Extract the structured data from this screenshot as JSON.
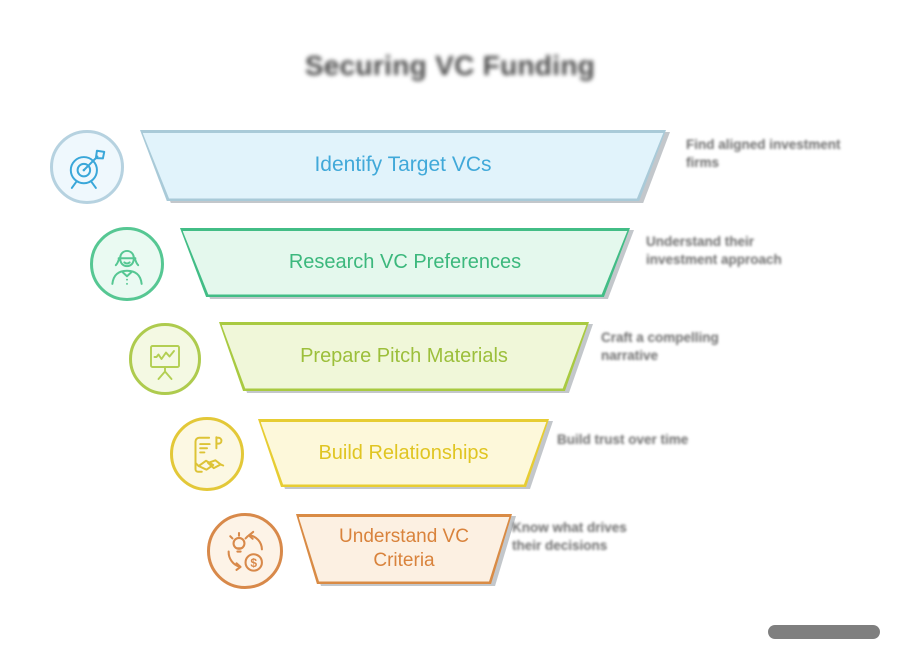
{
  "title": "Securing VC Funding",
  "icons": {
    "dollar": "$"
  },
  "funnel": {
    "stages": [
      {
        "label": "Identify Target VCs",
        "annotation_line1": "Find aligned investment",
        "annotation_line2": "firms",
        "icon": "target-arrow-icon",
        "text_color": "#41a9d9",
        "fill_color": "#e1f3fb",
        "border_color": "#a9cad8"
      },
      {
        "label": "Research VC Preferences",
        "annotation_line1": "Understand their",
        "annotation_line2": "investment approach",
        "icon": "researcher-person-icon",
        "text_color": "#3cb87d",
        "fill_color": "#e4f8ed",
        "border_color": "#42bd86"
      },
      {
        "label": "Prepare Pitch Materials",
        "annotation_line1": "Craft a compelling",
        "annotation_line2": "narrative",
        "icon": "presentation-chart-icon",
        "text_color": "#9cbf3b",
        "fill_color": "#f0f7d9",
        "border_color": "#a9ca41"
      },
      {
        "label": "Build Relationships",
        "annotation_line1": "Build trust over time",
        "annotation_line2": "",
        "icon": "document-handshake-icon",
        "text_color": "#e0c522",
        "fill_color": "#fdf8da",
        "border_color": "#e7cd33"
      },
      {
        "label": "Understand VC Criteria",
        "annotation_line1": "Know what drives",
        "annotation_line2": "their decisions",
        "icon": "idea-investment-cycle-icon",
        "text_color": "#d9833c",
        "fill_color": "#fcf0e2",
        "border_color": "#d98b45"
      }
    ]
  },
  "watermark": {
    "color": "#7f7f7f"
  }
}
